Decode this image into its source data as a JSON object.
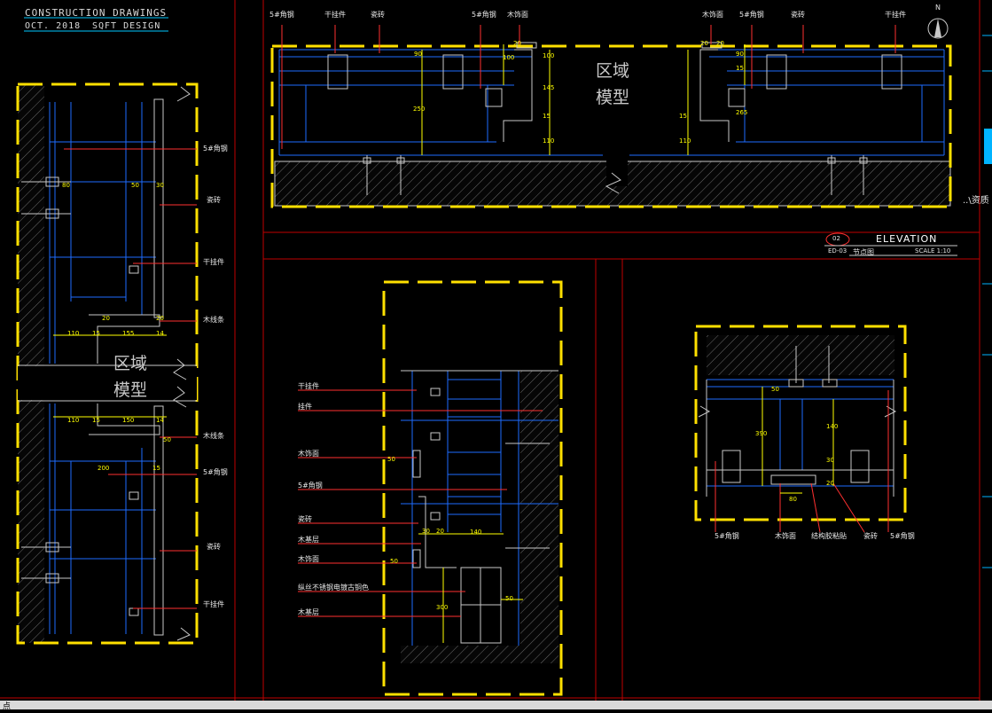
{
  "header": {
    "title": "CONSTRUCTION DRAWINGS",
    "date": "OCT. 2018",
    "firm": "SQFT DESIGN"
  },
  "area_model": [
    "区域",
    "模型"
  ],
  "elevation": {
    "number": "02",
    "sheet": "ED-03",
    "title": "ELEVATION",
    "subtitle": "节点图",
    "scale": "SCALE 1:10"
  },
  "north": "N",
  "labels": {
    "left": [
      "5#角钢",
      "瓷砖",
      "干挂件",
      "木线条",
      "木线条",
      "5#角钢",
      "瓷砖",
      "干挂件"
    ],
    "top": [
      "5#角钢",
      "干挂件",
      "瓷砖",
      "5#角钢",
      "木饰面",
      "木饰面",
      "5#角钢",
      "瓷砖",
      "干挂件"
    ],
    "middle": [
      "干挂件",
      "挂件",
      "木饰面",
      "5#角钢",
      "瓷砖",
      "木基层",
      "木饰面",
      "纵丝不锈钢电镀古铜色",
      "木基层"
    ],
    "right": [
      "5#角钢",
      "木饰面",
      "结构胶粘贴",
      "瓷砖",
      "5#角钢"
    ]
  },
  "dims": {
    "left": [
      "80",
      "50",
      "30",
      "20",
      "20",
      "110",
      "15",
      "155",
      "14",
      "110",
      "15",
      "150",
      "14",
      "50",
      "200",
      "15"
    ],
    "top": [
      "90",
      "20",
      "100",
      "100",
      "250",
      "15",
      "15",
      "145",
      "110",
      "20",
      "20",
      "90",
      "15",
      "265",
      "110"
    ],
    "middle": [
      "50",
      "30",
      "20",
      "140",
      "50",
      "300",
      "50"
    ],
    "right": [
      "50",
      "390",
      "140",
      "30",
      "20",
      "80"
    ]
  },
  "side_text": "..\\资质",
  "command_line": "点"
}
